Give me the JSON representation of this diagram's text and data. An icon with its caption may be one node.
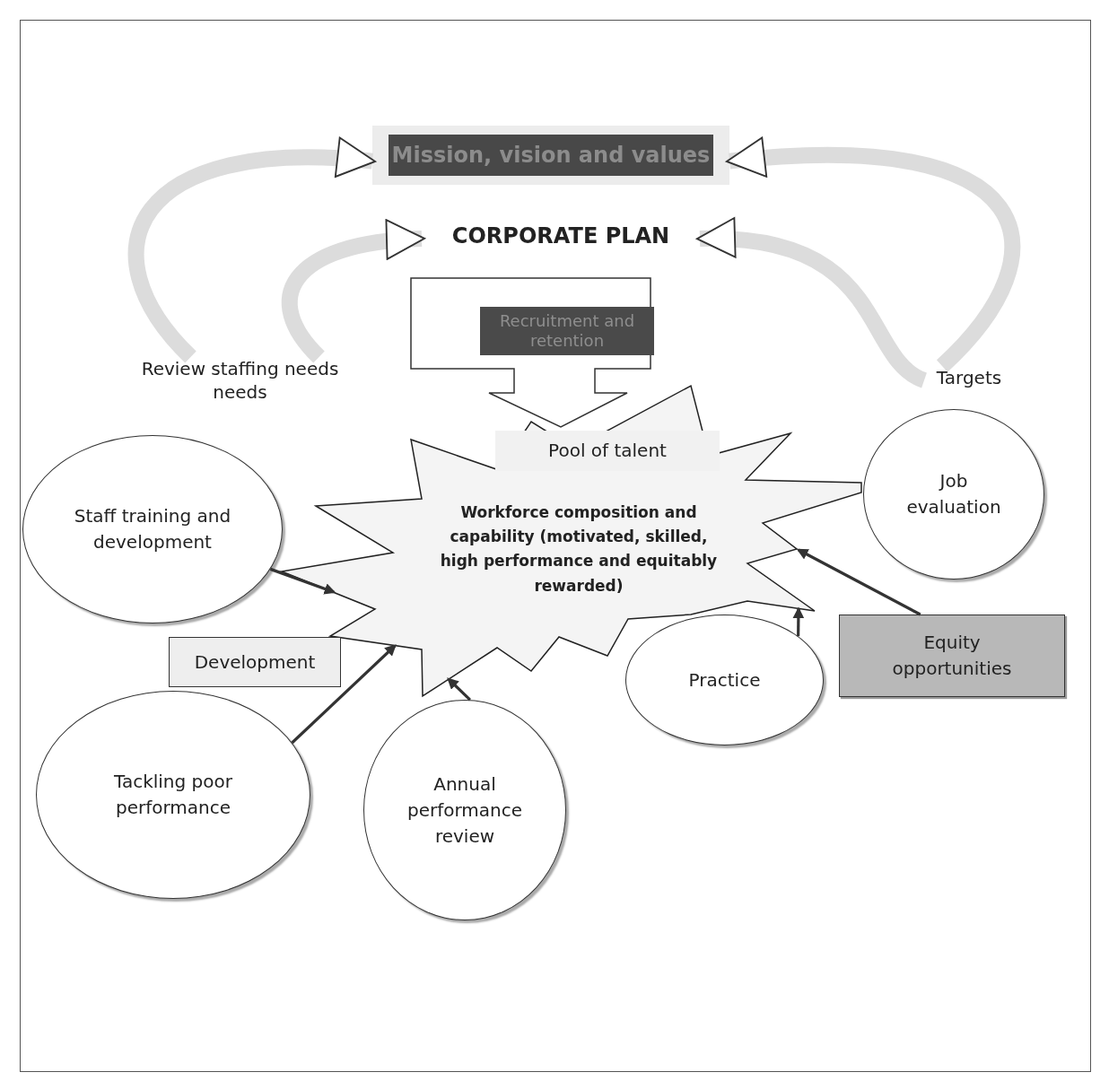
{
  "diagram": {
    "nodes": [
      {
        "text": [
          "Mission, vision and values"
        ]
      },
      {
        "text": [
          "CORPORATE PLAN"
        ]
      },
      {
        "text": [
          "Review staffing needs needs"
        ]
      },
      {
        "text": [
          "Recruitment and retention"
        ]
      },
      {
        "text": [
          "Targets"
        ]
      },
      {
        "text": [
          "Pool of talent",
          "Workforce composition and capability (motivated, skilled, high performance and equitably rewarded)"
        ]
      },
      {
        "text": [
          "Staff training and development"
        ]
      },
      {
        "text": [
          "Job evaluation"
        ]
      },
      {
        "text": [
          "Development"
        ]
      },
      {
        "text": [
          "Practice"
        ]
      },
      {
        "text": [
          "Equity opportunities"
        ]
      },
      {
        "text": [
          "Tackling poor performance"
        ]
      },
      {
        "text": [
          "Annual performance review"
        ]
      }
    ],
    "edges": [
      {
        "from": 2,
        "to": 0,
        "arrow": "to",
        "style": "thick",
        "color": "#dcdcdc"
      },
      {
        "from": 2,
        "to": 1,
        "arrow": "to",
        "style": "thick",
        "color": "#dcdcdc"
      },
      {
        "from": 4,
        "to": 0,
        "arrow": "to",
        "style": "thick",
        "color": "#dcdcdc"
      },
      {
        "from": 4,
        "to": 1,
        "arrow": "to",
        "style": "thick",
        "color": "#dcdcdc"
      },
      {
        "from": 6,
        "to": 5,
        "arrow": "to"
      },
      {
        "from": 11,
        "to": 5,
        "arrow": "to"
      },
      {
        "from": 12,
        "to": 5,
        "arrow": "to"
      },
      {
        "from": 9,
        "to": 5,
        "arrow": "to"
      },
      {
        "from": 10,
        "to": 5,
        "arrow": "to"
      }
    ]
  }
}
